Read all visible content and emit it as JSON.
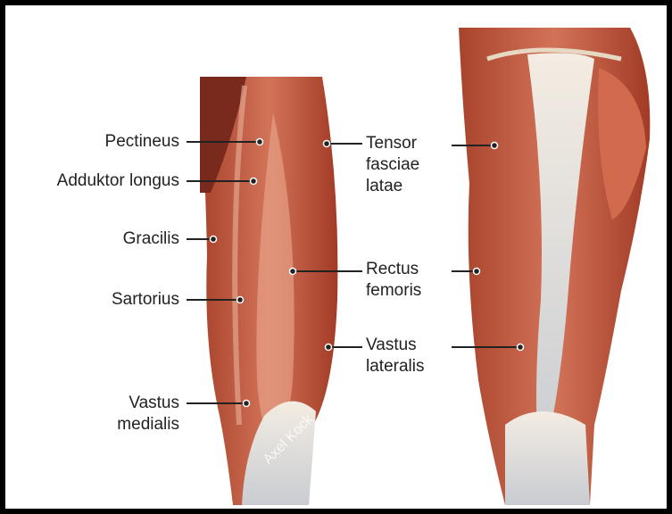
{
  "labels_left": [
    {
      "id": "pectineus",
      "lines": [
        "Pectineus"
      ]
    },
    {
      "id": "adduktor-longus",
      "lines": [
        "Adduktor longus"
      ]
    },
    {
      "id": "gracilis",
      "lines": [
        "Gracilis"
      ]
    },
    {
      "id": "sartorius",
      "lines": [
        "Sartorius"
      ]
    },
    {
      "id": "vastus-medialis",
      "lines": [
        "Vastus",
        "medialis"
      ]
    }
  ],
  "labels_right": [
    {
      "id": "tensor-fasciae-latae",
      "lines": [
        "Tensor",
        "fasciae",
        "latae"
      ]
    },
    {
      "id": "rectus-femoris",
      "lines": [
        "Rectus",
        "femoris"
      ]
    },
    {
      "id": "vastus-lateralis",
      "lines": [
        "Vastus",
        "lateralis"
      ]
    }
  ],
  "watermark": "Axel Kock",
  "colors": {
    "muscle": "#c1553a",
    "muscle_light": "#d98a6a",
    "tendon": "#ece3d4",
    "frame": "#000000"
  }
}
